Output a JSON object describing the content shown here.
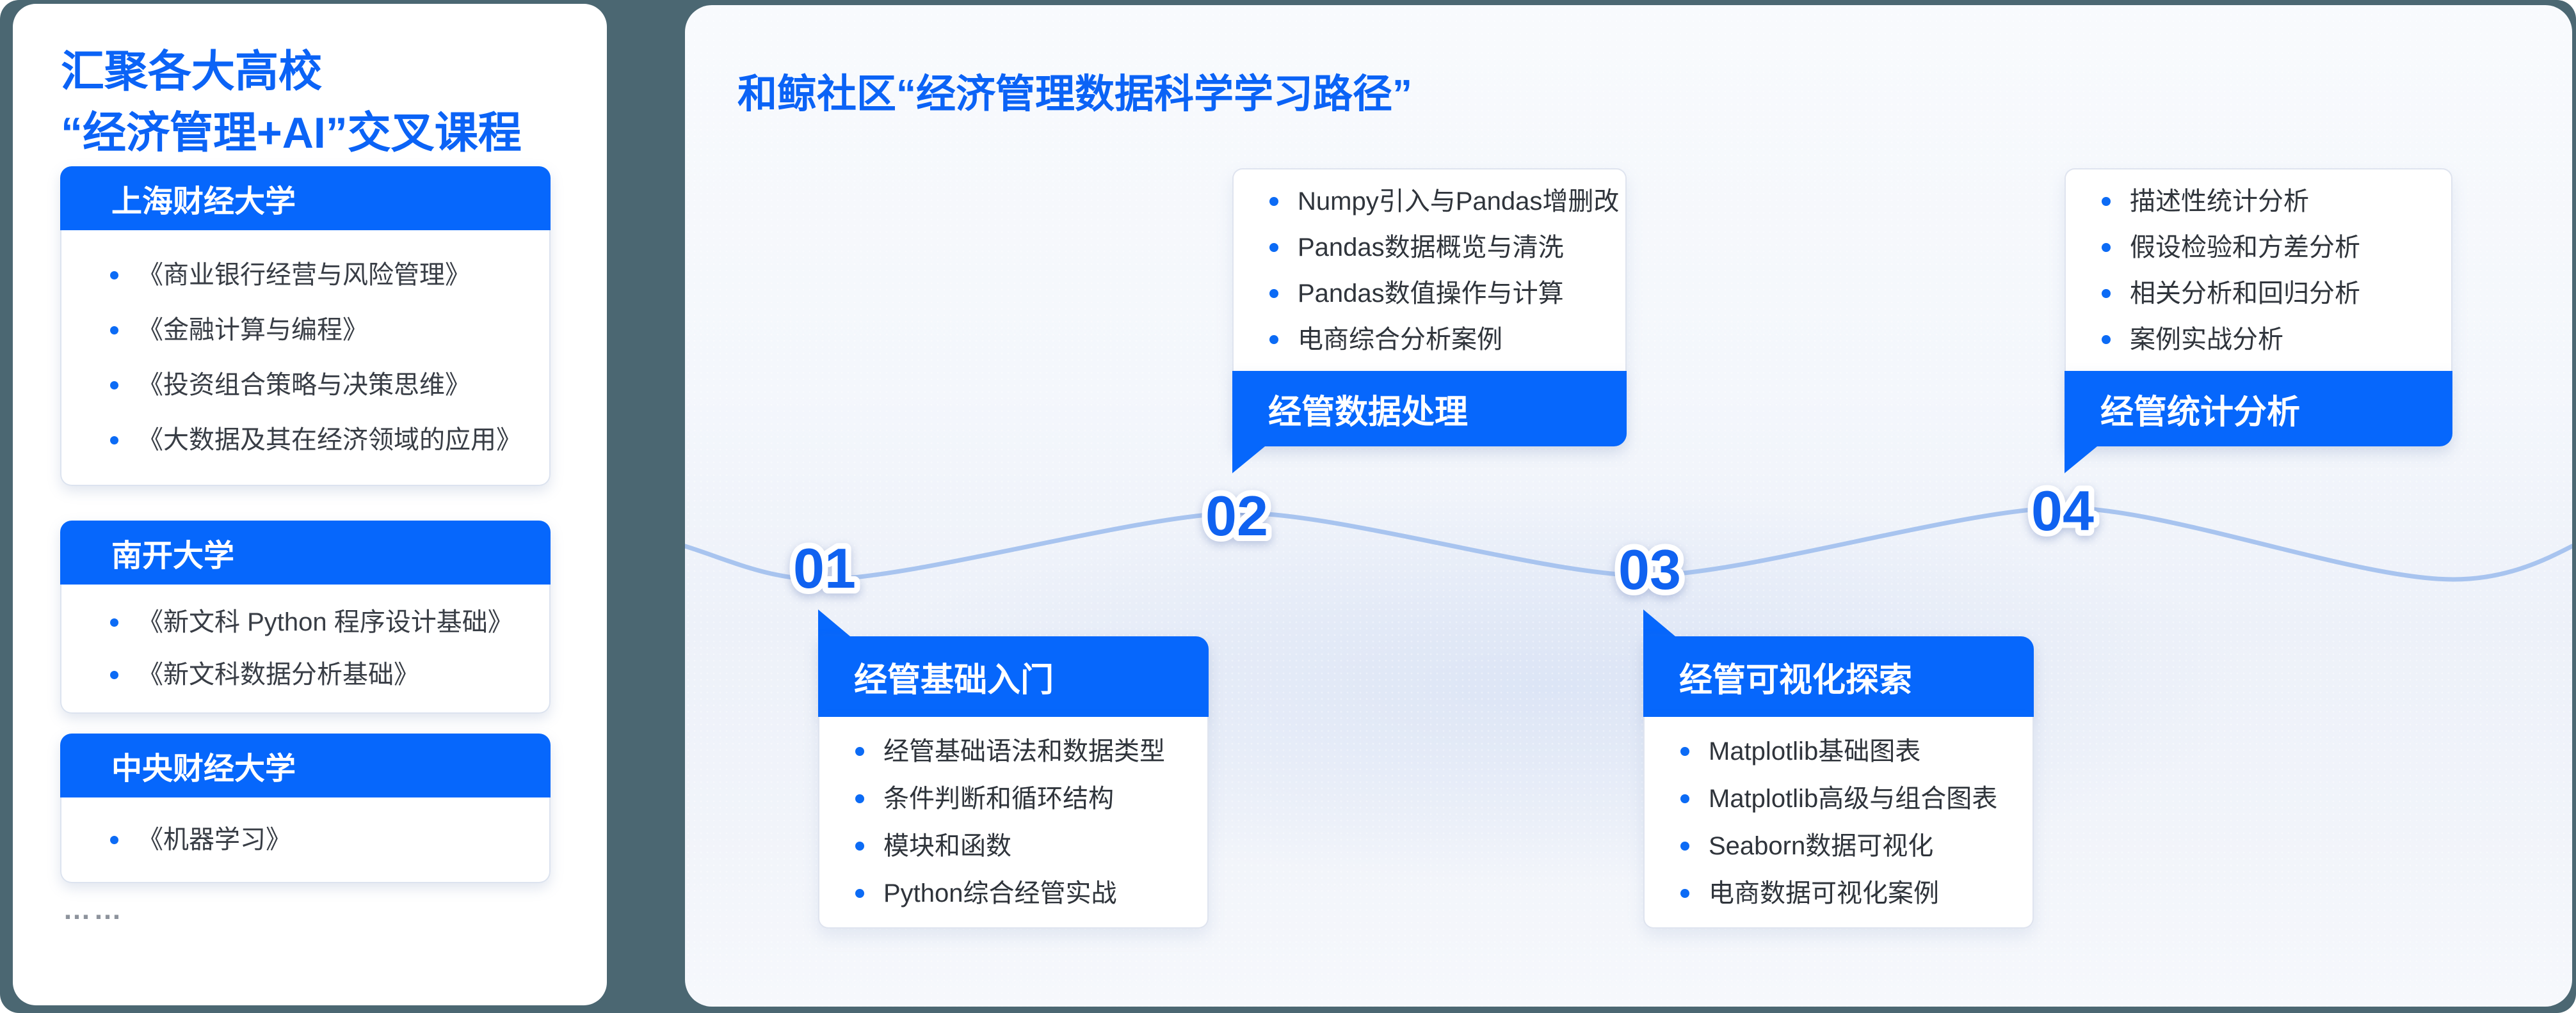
{
  "left_panel": {
    "title_line1": "汇聚各大高校",
    "title_line2": "“经济管理+AI”交叉课程",
    "ellipsis": "……",
    "universities": [
      {
        "name": "上海财经大学",
        "courses": [
          "《商业银行经营与风险管理》",
          "《金融计算与编程》",
          "《投资组合策略与决策思维》",
          "《大数据及其在经济领域的应用》"
        ]
      },
      {
        "name": "南开大学",
        "courses": [
          "《新文科 Python 程序设计基础》",
          "《新文科数据分析基础》"
        ]
      },
      {
        "name": "中央财经大学",
        "courses": [
          "《机器学习》"
        ]
      }
    ]
  },
  "right_panel": {
    "title": "和鲸社区“经济管理数据科学学习路径”",
    "steps": [
      {
        "number": "01",
        "label": "经管基础入门",
        "position": "below-line",
        "items": [
          "经管基础语法和数据类型",
          "条件判断和循环结构",
          "模块和函数",
          "Python综合经管实战"
        ]
      },
      {
        "number": "02",
        "label": "经管数据处理",
        "position": "above-line",
        "items": [
          "Numpy引入与Pandas增删改",
          "Pandas数据概览与清洗",
          "Pandas数值操作与计算",
          "电商综合分析案例"
        ]
      },
      {
        "number": "03",
        "label": "经管可视化探索",
        "position": "below-line",
        "items": [
          "Matplotlib基础图表",
          "Matplotlib高级与组合图表",
          "Seaborn数据可视化",
          "电商数据可视化案例"
        ]
      },
      {
        "number": "04",
        "label": "经管统计分析",
        "position": "above-line",
        "items": [
          "描述性统计分析",
          "假设检验和方差分析",
          "相关分析和回归分析",
          "案例实战分析"
        ]
      }
    ]
  },
  "colors": {
    "primary_blue": "#0667fc",
    "title_blue": "#0b63f6",
    "number_blue": "#1062f0",
    "wave_blue": "#a8c4ef",
    "panel_dark_background": "#4b6772"
  }
}
